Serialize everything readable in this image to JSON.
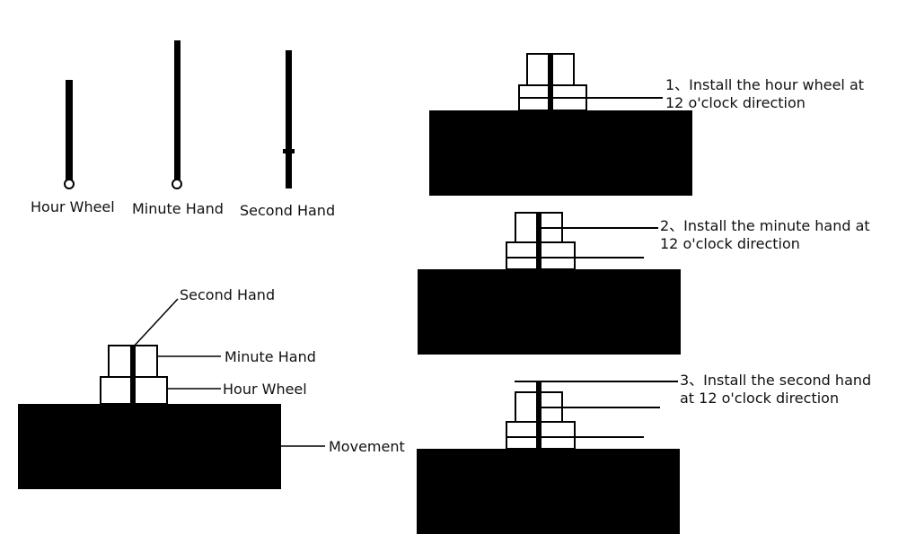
{
  "colors": {
    "ink": "#000000",
    "paper": "#ffffff",
    "text": "#111111"
  },
  "parts": {
    "hour_wheel": "Hour Wheel",
    "minute_hand": "Minute Hand",
    "second_hand": "Second Hand"
  },
  "assembly": {
    "second_hand": "Second Hand",
    "minute_hand": "Minute Hand",
    "hour_wheel": "Hour Wheel",
    "movement": "Movement"
  },
  "steps": [
    {
      "line1": "1、Install the hour wheel at",
      "line2": "12 o'clock direction"
    },
    {
      "line1": "2、Install the minute hand at",
      "line2": "12 o'clock direction"
    },
    {
      "line1": "3、Install the second hand",
      "line2": "at 12 o'clock direction"
    }
  ]
}
